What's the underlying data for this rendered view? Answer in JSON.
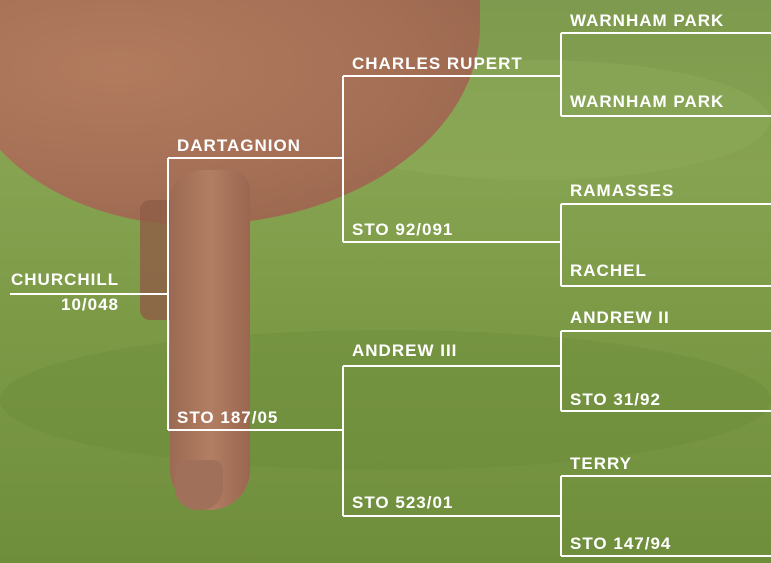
{
  "pedigree": {
    "subject": {
      "name": "CHURCHILL",
      "number": "10/048"
    },
    "sire": "DARTAGNION",
    "dam": "STO 187/05",
    "sire_sire": "CHARLES RUPERT",
    "sire_dam": "STO 92/091",
    "dam_sire": "ANDREW III",
    "dam_dam": "STO 523/01",
    "great_grandparents": [
      "WARNHAM PARK",
      "WARNHAM PARK",
      "RAMASSES",
      "RACHEL",
      "ANDREW II",
      "STO 31/92",
      "TERRY",
      "STO 147/94"
    ]
  },
  "colors": {
    "line": "#ffffff",
    "text": "#ffffff",
    "grass": "#7e9a4e",
    "coat": "#a46f55"
  }
}
